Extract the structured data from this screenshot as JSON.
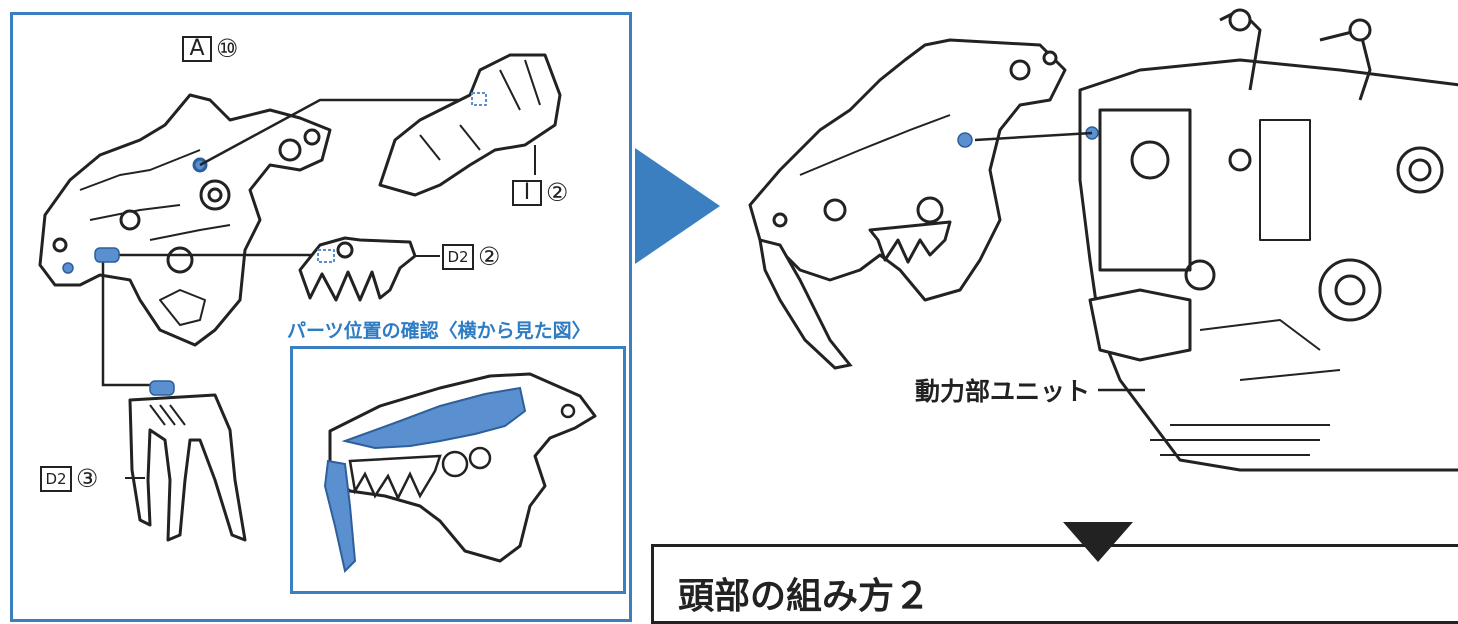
{
  "parts": {
    "a10": {
      "letter": "A",
      "number": "⑩"
    },
    "i2": {
      "letter": "I",
      "number": "②"
    },
    "d2_2": {
      "letter": "D2",
      "number": "②"
    },
    "d2_3": {
      "letter": "D2",
      "number": "③"
    }
  },
  "side_view_caption": "パーツ位置の確認〈横から見た図〉",
  "power_unit_label": "動力部ユニット",
  "next_section_title": "頭部の組み方２",
  "colors": {
    "accent_blue": "#3c7fc0",
    "part_blue": "#5a8fd0",
    "line": "#222222"
  },
  "icons": {
    "next_step": "blue-triangle-arrow-right",
    "proceed": "black-triangle-arrow-down"
  }
}
